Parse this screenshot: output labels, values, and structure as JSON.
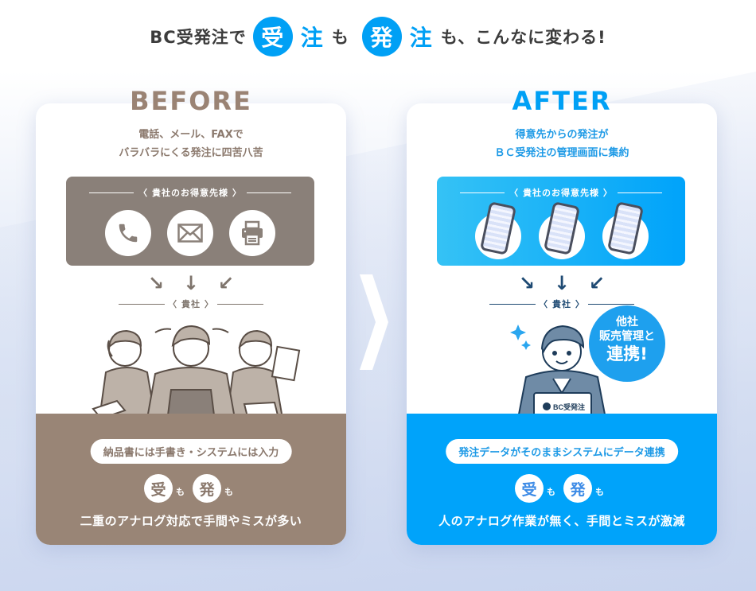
{
  "headline": {
    "prefix": "BC受発注で",
    "kanji1": "受",
    "accent1": "注",
    "mo1": "も",
    "kanji2": "発",
    "accent2": "注",
    "suffix": "も、こんなに変わる!"
  },
  "before": {
    "title": "BEFORE",
    "subtitle_line1": "電話、メール、FAXで",
    "subtitle_line2": "バラバラにくる発注に四苦八苦",
    "clients_label": "〈 貴社のお得意先様 〉",
    "client_icons": [
      "phone-icon",
      "mail-icon",
      "fax-icon"
    ],
    "arrows": [
      "↘",
      "↓",
      "↙"
    ],
    "company_label": "〈 貴社 〉",
    "illustration": "three-stressed-workers-at-desk",
    "pill": "納品書には手書き・システムには入力",
    "kanji1": "受",
    "mo1": "も",
    "kanji2": "発",
    "mo2": "も",
    "bottom_text": "二重のアナログ対応で手間やミスが多い",
    "color": "#998576"
  },
  "after": {
    "title": "AFTER",
    "subtitle_line1": "得意先からの発注が",
    "subtitle_line2": "ＢＣ受発注の管理画面に集約",
    "clients_label": "〈 貴社のお得意先様 〉",
    "client_icons": [
      "smartphone-icon",
      "smartphone-icon",
      "smartphone-icon"
    ],
    "arrows": [
      "↘",
      "↓",
      "↙"
    ],
    "company_label": "〈 貴社 〉",
    "illustration": "smiling-worker-with-laptop",
    "laptop_label": "BC受発注",
    "speech_line1": "他社",
    "speech_line2": "販売管理と",
    "speech_line3": "連携!",
    "pill": "発注データがそのままシステムにデータ連携",
    "kanji1": "受",
    "mo1": "も",
    "kanji2": "発",
    "mo2": "も",
    "bottom_text": "人のアナログ作業が無く、手間とミスが激減",
    "color": "#00a3fa"
  },
  "colors": {
    "accent": "#00a0f5",
    "before_brown": "#998576",
    "before_box": "#8a8079",
    "after_blue": "#00a3fa",
    "headline_text": "#3c3c3c"
  }
}
